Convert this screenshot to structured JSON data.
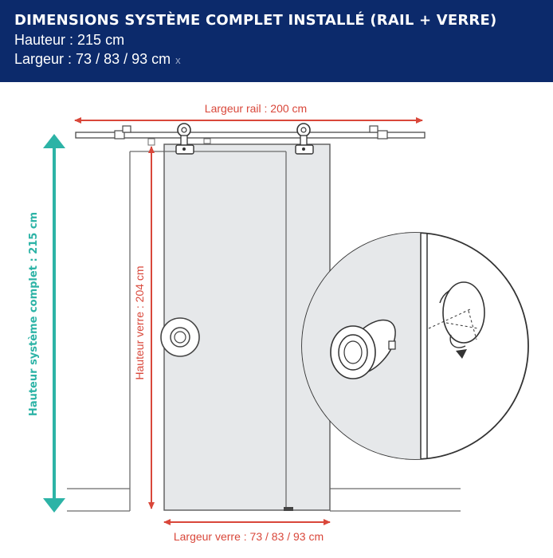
{
  "header": {
    "title": "DIMENSIONS SYSTÈME COMPLET INSTALLÉ (RAIL + VERRE)",
    "height_line": "Hauteur : 215 cm",
    "width_line": "Largeur : 73 / 83 / 93 cm",
    "mark": "x"
  },
  "labels": {
    "rail_width": "Largeur rail : 200 cm",
    "glass_height": "Hauteur verre : 204 cm",
    "system_height": "Hauteur système complet : 215 cm",
    "glass_width": "Largeur verre : 73 / 83 / 93 cm"
  },
  "colors": {
    "header_bg": "#0c2a6b",
    "dimension_red": "#d9473a",
    "system_teal": "#2cb3a6",
    "glass": "#e6e8ea"
  }
}
